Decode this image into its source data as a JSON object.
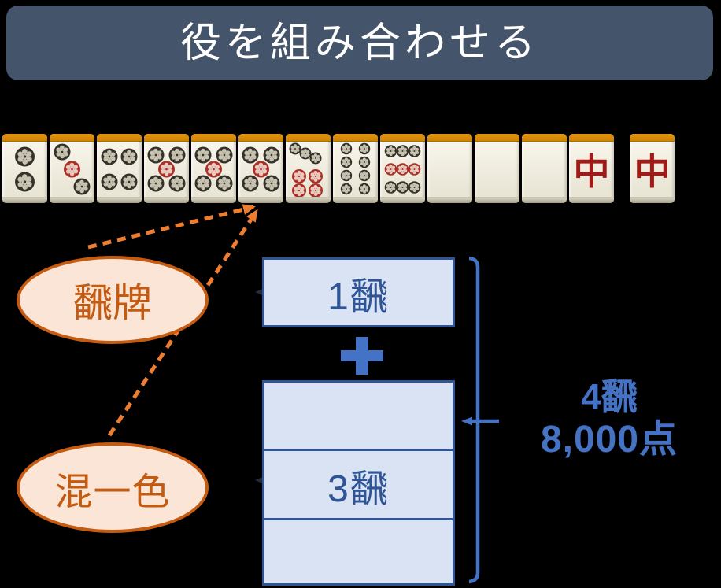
{
  "header": {
    "title": "役を組み合わせる"
  },
  "hand": {
    "tiles": [
      "2-pin",
      "3-pin",
      "4-pin",
      "5-pin",
      "5-pin",
      "5-pin",
      "7-pin",
      "8-pin",
      "9-pin",
      "blank",
      "blank",
      "blank",
      "red-dragon"
    ],
    "winning_tile": [
      "red-dragon"
    ],
    "glyphs": {
      "red-dragon": "中"
    }
  },
  "callouts": {
    "yakuhai": "飜牌",
    "honitsu": "混一色"
  },
  "boxes": {
    "box1_label": "1飜",
    "plus": "+",
    "box3_label": "3飜"
  },
  "result": {
    "total_han": "4飜",
    "points": "8,000点"
  },
  "colors": {
    "header_bg": "#44546A",
    "accent_orange": "#ED7D31",
    "orange_dark": "#C55A11",
    "peach_fill": "#FBE5D6",
    "blue_accent": "#4472C4",
    "blue_dark": "#2F5597",
    "blue_fill": "#DAE3F3",
    "dragon_red": "#9E1B17",
    "pin_black": "#35322C",
    "pin_red": "#AD2F28",
    "tile_band": "#E2940B"
  }
}
